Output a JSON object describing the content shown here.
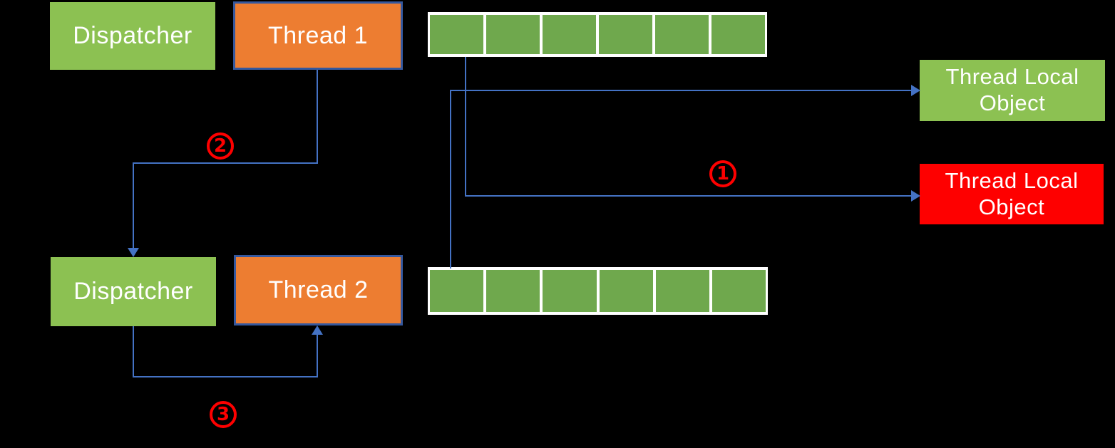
{
  "diagram": {
    "title": "thread-local-dispatch-diagram",
    "boxes": {
      "dispatcher1": {
        "label": "Dispatcher"
      },
      "thread1": {
        "label": "Thread 1"
      },
      "dispatcher2": {
        "label": "Dispatcher"
      },
      "thread2": {
        "label": "Thread 2"
      },
      "tlo_green": {
        "label": "Thread Local Object"
      },
      "tlo_red": {
        "label": "Thread Local Object"
      }
    },
    "arrays": {
      "top": {
        "slots": 6
      },
      "bottom": {
        "slots": 6
      }
    },
    "steps": {
      "one": "1",
      "two": "2",
      "three": "3"
    },
    "colors": {
      "bg": "#000000",
      "green": "#8CC152",
      "cellgreen": "#6FA84D",
      "orange": "#ED7D31",
      "red": "#FE0000",
      "blue": "#4472C4",
      "border": "#35589E"
    }
  }
}
